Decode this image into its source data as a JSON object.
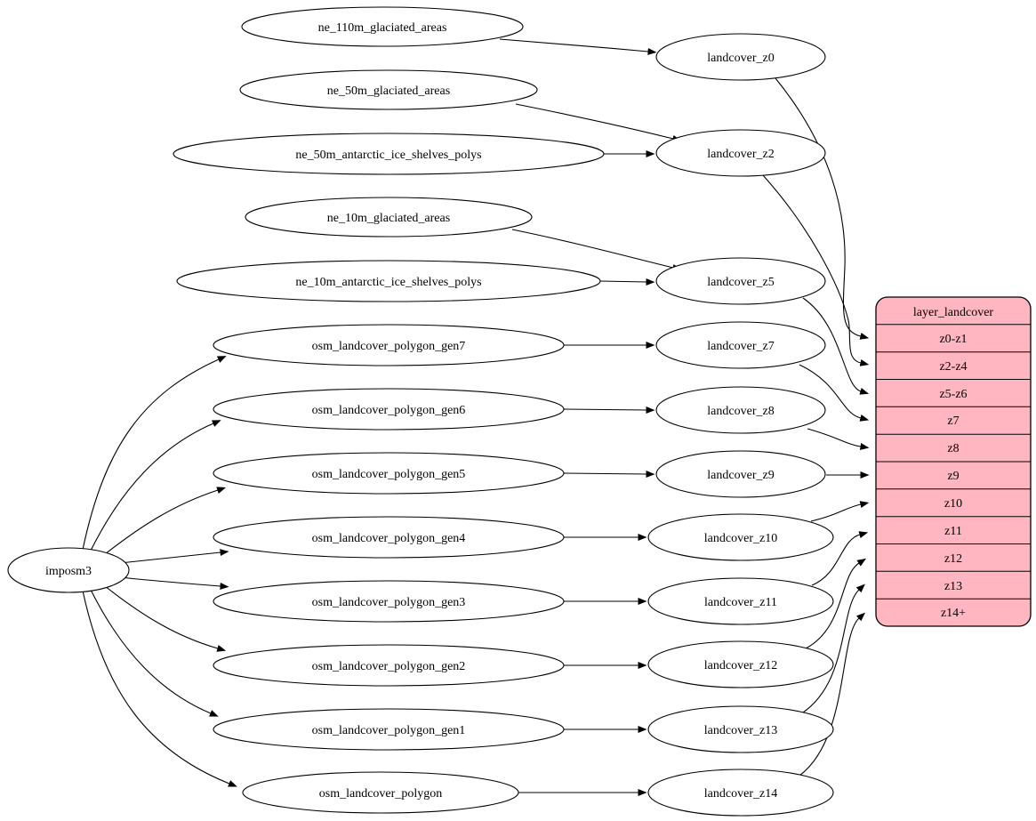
{
  "diagram": {
    "kind": "etl-dependency-graph",
    "colors": {
      "node_fill": "#ffffff",
      "table_fill": "#ffb6c1",
      "edge": "#000000"
    },
    "nodes": {
      "imposm3": {
        "label": "imposm3"
      },
      "ne_110m_glaciated_areas": {
        "label": "ne_110m_glaciated_areas"
      },
      "ne_50m_glaciated_areas": {
        "label": "ne_50m_glaciated_areas"
      },
      "ne_50m_antarctic_ice_shelves_polys": {
        "label": "ne_50m_antarctic_ice_shelves_polys"
      },
      "ne_10m_glaciated_areas": {
        "label": "ne_10m_glaciated_areas"
      },
      "ne_10m_antarctic_ice_shelves_polys": {
        "label": "ne_10m_antarctic_ice_shelves_polys"
      },
      "osm_landcover_polygon_gen7": {
        "label": "osm_landcover_polygon_gen7"
      },
      "osm_landcover_polygon_gen6": {
        "label": "osm_landcover_polygon_gen6"
      },
      "osm_landcover_polygon_gen5": {
        "label": "osm_landcover_polygon_gen5"
      },
      "osm_landcover_polygon_gen4": {
        "label": "osm_landcover_polygon_gen4"
      },
      "osm_landcover_polygon_gen3": {
        "label": "osm_landcover_polygon_gen3"
      },
      "osm_landcover_polygon_gen2": {
        "label": "osm_landcover_polygon_gen2"
      },
      "osm_landcover_polygon_gen1": {
        "label": "osm_landcover_polygon_gen1"
      },
      "osm_landcover_polygon": {
        "label": "osm_landcover_polygon"
      },
      "landcover_z0": {
        "label": "landcover_z0"
      },
      "landcover_z2": {
        "label": "landcover_z2"
      },
      "landcover_z5": {
        "label": "landcover_z5"
      },
      "landcover_z7": {
        "label": "landcover_z7"
      },
      "landcover_z8": {
        "label": "landcover_z8"
      },
      "landcover_z9": {
        "label": "landcover_z9"
      },
      "landcover_z10": {
        "label": "landcover_z10"
      },
      "landcover_z11": {
        "label": "landcover_z11"
      },
      "landcover_z12": {
        "label": "landcover_z12"
      },
      "landcover_z13": {
        "label": "landcover_z13"
      },
      "landcover_z14": {
        "label": "landcover_z14"
      }
    },
    "table": {
      "title": "layer_landcover",
      "fill": "#ffb6c1",
      "rows": [
        "z0-z1",
        "z2-z4",
        "z5-z6",
        "z7",
        "z8",
        "z9",
        "z10",
        "z11",
        "z12",
        "z13",
        "z14+"
      ]
    },
    "edges": [
      {
        "from": "imposm3",
        "to": "osm_landcover_polygon_gen7"
      },
      {
        "from": "imposm3",
        "to": "osm_landcover_polygon_gen6"
      },
      {
        "from": "imposm3",
        "to": "osm_landcover_polygon_gen5"
      },
      {
        "from": "imposm3",
        "to": "osm_landcover_polygon_gen4"
      },
      {
        "from": "imposm3",
        "to": "osm_landcover_polygon_gen3"
      },
      {
        "from": "imposm3",
        "to": "osm_landcover_polygon_gen2"
      },
      {
        "from": "imposm3",
        "to": "osm_landcover_polygon_gen1"
      },
      {
        "from": "imposm3",
        "to": "osm_landcover_polygon"
      },
      {
        "from": "ne_110m_glaciated_areas",
        "to": "landcover_z0"
      },
      {
        "from": "ne_50m_glaciated_areas",
        "to": "landcover_z2"
      },
      {
        "from": "ne_50m_antarctic_ice_shelves_polys",
        "to": "landcover_z2"
      },
      {
        "from": "ne_10m_glaciated_areas",
        "to": "landcover_z5"
      },
      {
        "from": "ne_10m_antarctic_ice_shelves_polys",
        "to": "landcover_z5"
      },
      {
        "from": "osm_landcover_polygon_gen7",
        "to": "landcover_z7"
      },
      {
        "from": "osm_landcover_polygon_gen6",
        "to": "landcover_z8"
      },
      {
        "from": "osm_landcover_polygon_gen5",
        "to": "landcover_z9"
      },
      {
        "from": "osm_landcover_polygon_gen4",
        "to": "landcover_z10"
      },
      {
        "from": "osm_landcover_polygon_gen3",
        "to": "landcover_z11"
      },
      {
        "from": "osm_landcover_polygon_gen2",
        "to": "landcover_z12"
      },
      {
        "from": "osm_landcover_polygon_gen1",
        "to": "landcover_z13"
      },
      {
        "from": "osm_landcover_polygon",
        "to": "landcover_z14"
      },
      {
        "from": "landcover_z0",
        "to": "layer_landcover:z0-z1"
      },
      {
        "from": "landcover_z2",
        "to": "layer_landcover:z2-z4"
      },
      {
        "from": "landcover_z5",
        "to": "layer_landcover:z5-z6"
      },
      {
        "from": "landcover_z7",
        "to": "layer_landcover:z7"
      },
      {
        "from": "landcover_z8",
        "to": "layer_landcover:z8"
      },
      {
        "from": "landcover_z9",
        "to": "layer_landcover:z9"
      },
      {
        "from": "landcover_z10",
        "to": "layer_landcover:z10"
      },
      {
        "from": "landcover_z11",
        "to": "layer_landcover:z11"
      },
      {
        "from": "landcover_z12",
        "to": "layer_landcover:z12"
      },
      {
        "from": "landcover_z13",
        "to": "layer_landcover:z13"
      },
      {
        "from": "landcover_z14",
        "to": "layer_landcover:z14+"
      }
    ]
  }
}
